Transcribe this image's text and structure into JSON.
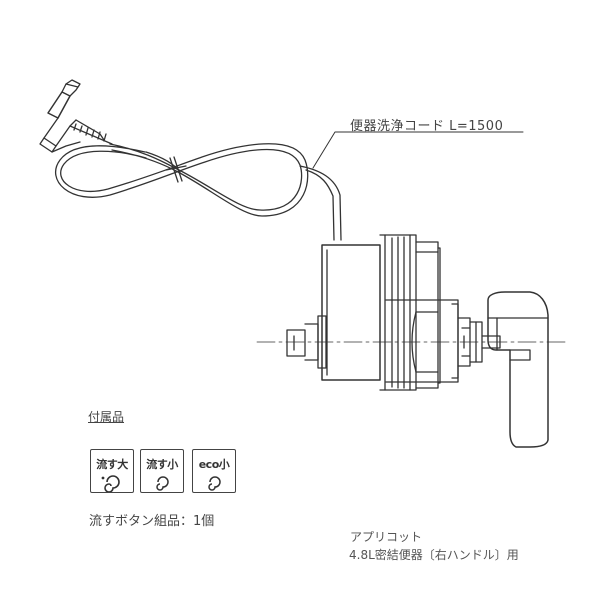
{
  "diagram": {
    "cord_label": "便器洗浄コード L=1500",
    "accessory_heading": "付属品",
    "buttons": [
      {
        "label": "流す大",
        "icon": "swirl-large-icon"
      },
      {
        "label": "流す小",
        "icon": "swirl-small-icon"
      },
      {
        "label": "eco小",
        "icon": "swirl-eco-icon"
      }
    ],
    "button_set_caption": "流すボタン組品：1個",
    "product_name": "アプリコット",
    "product_desc": "4.8L密結便器〔右ハンドル〕用",
    "colors": {
      "line": "#333333",
      "background": "#ffffff"
    }
  }
}
